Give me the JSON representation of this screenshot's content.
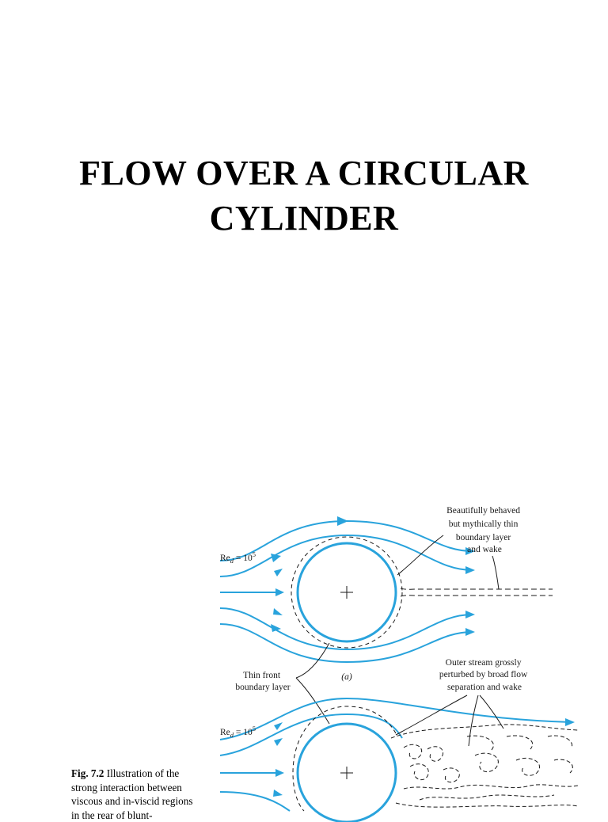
{
  "title": {
    "line1": "FLOW OVER A CIRCULAR",
    "line2": "CYLINDER"
  },
  "figure": {
    "panel_a": {
      "reynolds_label": "Re",
      "reynolds_subscript": "d",
      "reynolds_value": " = 10",
      "reynolds_exponent": "5",
      "annotation_lines": [
        "Beautifully behaved",
        "but mythically thin",
        "boundary layer",
        "and wake"
      ],
      "panel_label": "(a)"
    },
    "thin_front_label": [
      "Thin front",
      "boundary layer"
    ],
    "panel_b": {
      "reynolds_label": "Re",
      "reynolds_subscript": "d",
      "reynolds_value": " = 10",
      "reynolds_exponent": "5",
      "annotation_lines": [
        "Outer stream grossly",
        "perturbed by broad flow",
        "separation and wake"
      ]
    },
    "colors": {
      "streamline": "#29a3dc",
      "cylinder": "#29a3dc",
      "ink": "#1a1a1a"
    }
  },
  "caption": {
    "label": "Fig. 7.2",
    "text": " Illustration of the strong interaction between viscous and in-viscid regions in the rear of blunt-"
  }
}
